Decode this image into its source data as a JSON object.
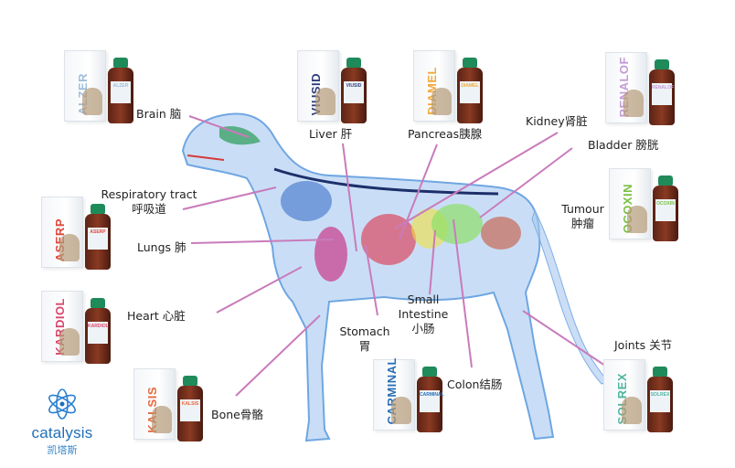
{
  "labels": {
    "brain": "Brain 脑",
    "liver": "Liver 肝",
    "pancreas": "Pancreas胰腺",
    "kidney": "Kidney肾脏",
    "bladder": "Bladder 膀胱",
    "respiratory_en": "Respiratory tract",
    "respiratory_zh": "呼吸道",
    "tumour_en": "Tumour",
    "tumour_zh": "肿瘤",
    "lungs": "Lungs 肺",
    "heart": "Heart 心脏",
    "small_intestine_1": "Small",
    "small_intestine_2": "Intestine",
    "small_intestine_zh": "小肠",
    "stomach_en": "Stomach",
    "stomach_zh": "胃",
    "joints": "Joints 关节",
    "colon": "Colon结肠",
    "bone": "Bone骨骼"
  },
  "products": [
    {
      "name": "ALZER",
      "color": "#9fbedc"
    },
    {
      "name": "ASERP",
      "color": "#e0473a"
    },
    {
      "name": "KARDIOL",
      "color": "#d9476a"
    },
    {
      "name": "KALSIS",
      "color": "#e8673a"
    },
    {
      "name": "VIUSID",
      "color": "#2f3e7a"
    },
    {
      "name": "DIAMEL",
      "color": "#f2a93b"
    },
    {
      "name": "RENALOF",
      "color": "#c59ad6"
    },
    {
      "name": "OCOXIN",
      "color": "#7ac043"
    },
    {
      "name": "CARMINAL",
      "color": "#2a6fb5"
    },
    {
      "name": "SOLREX",
      "color": "#4fb5a0"
    }
  ],
  "logo": {
    "name": "catalysis",
    "name_zh": "凯塔斯"
  },
  "colors": {
    "leader_line": "#c97bbb",
    "dog_body": "#8fb8e8"
  }
}
